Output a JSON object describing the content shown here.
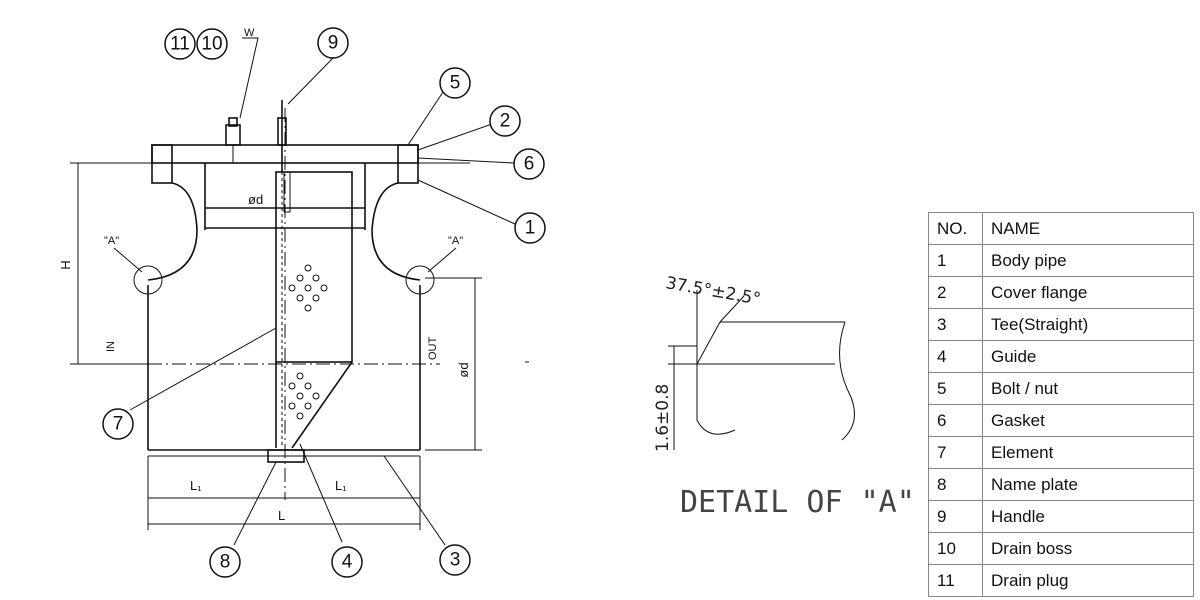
{
  "drawing": {
    "balloons": [
      "1",
      "2",
      "3",
      "4",
      "5",
      "6",
      "7",
      "8",
      "9",
      "10",
      "11"
    ],
    "labels": {
      "w": "W",
      "od": "ød",
      "h": "H",
      "detail_mark": "\"A\"",
      "in": "IN",
      "out": "OUT",
      "od_vertical": "ød",
      "l1": "L₁",
      "l": "L"
    }
  },
  "detail": {
    "angle": "37.5°±2.5°",
    "dimension": "1.6±0.8",
    "title": "DETAIL OF \"A\""
  },
  "table": {
    "headers": [
      "NO.",
      "NAME"
    ],
    "rows": [
      [
        "1",
        "Body pipe"
      ],
      [
        "2",
        "Cover flange"
      ],
      [
        "3",
        "Tee(Straight)"
      ],
      [
        "4",
        "Guide"
      ],
      [
        "5",
        "Bolt / nut"
      ],
      [
        "6",
        "Gasket"
      ],
      [
        "7",
        "Element"
      ],
      [
        "8",
        "Name plate"
      ],
      [
        "9",
        "Handle"
      ],
      [
        "10",
        "Drain boss"
      ],
      [
        "11",
        "Drain plug"
      ]
    ]
  }
}
